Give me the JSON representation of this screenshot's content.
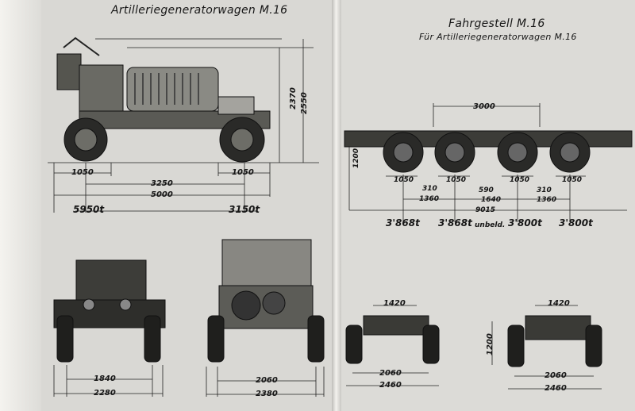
{
  "left_page": {
    "title": "Artilleriegeneratorwagen M.16",
    "dims": {
      "height_2370": "2370",
      "height_2550": "2550",
      "overhang_front": "1050",
      "overhang_rear": "1050",
      "wheelbase": "3250",
      "length": "5000",
      "axle_load_front": "5950t",
      "axle_load_rear": "3150t",
      "front_track": "1840",
      "front_width": "2280",
      "rear_track": "2060",
      "rear_width": "2380"
    }
  },
  "right_page": {
    "title": "Fahrgestell M.16",
    "subtitle": "Für Artilleriegeneratorwagen M.16",
    "dims": {
      "center_3000": "3000",
      "height_1200": "1200",
      "d1050_a": "1050",
      "d1050_b": "1050",
      "d1050_c": "1050",
      "d1050_d": "1050",
      "d310_a": "310",
      "d310_b": "310",
      "d590": "590",
      "d1360_a": "1360",
      "d1640": "1640",
      "d1360_b": "1360",
      "d9015": "9015",
      "load_1": "3'868t",
      "load_2": "3'868t",
      "unbeld": "unbeld.",
      "load_3": "3'800t",
      "load_4": "3'800t",
      "front_track_top": "1420",
      "front_track": "2060",
      "front_width": "2460",
      "rear_height": "1200",
      "rear_track_top": "1420",
      "rear_track": "2060",
      "rear_width": "2460"
    }
  }
}
